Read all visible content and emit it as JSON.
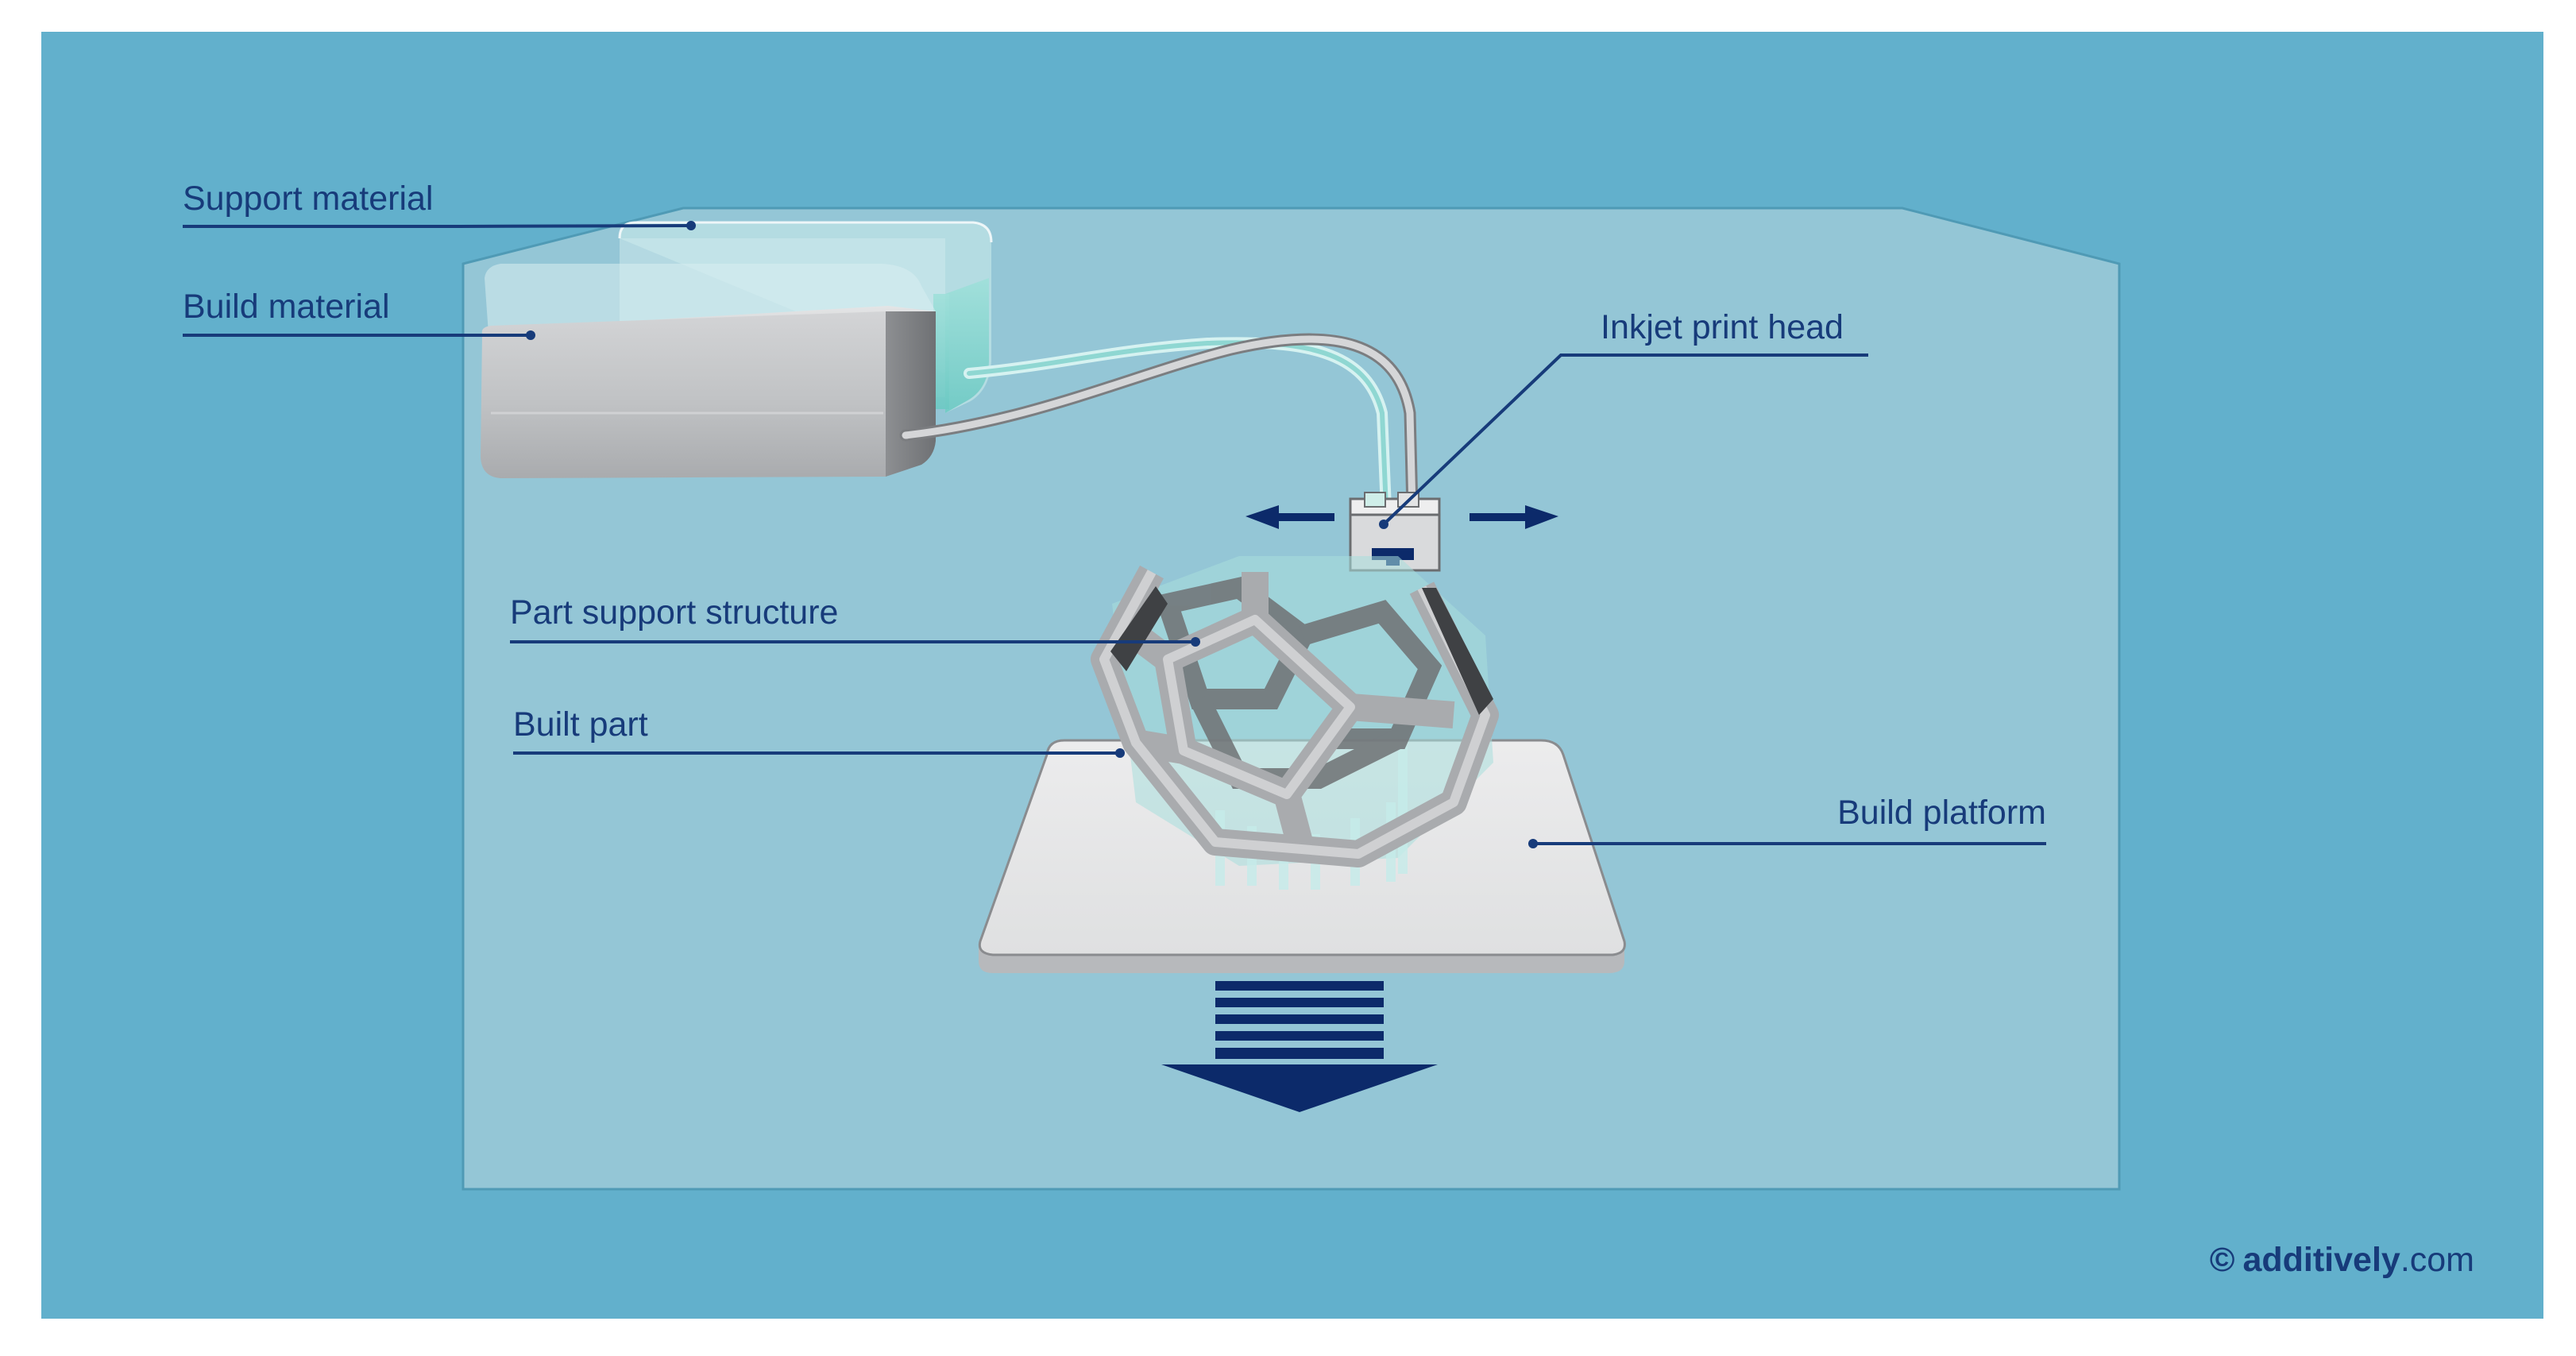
{
  "labels": {
    "support_material": "Support material",
    "build_material": "Build material",
    "inkjet_print_head": "Inkjet print head",
    "part_support_structure": "Part support structure",
    "built_part": "Built part",
    "build_platform": "Build platform"
  },
  "credit": {
    "symbol": "©",
    "brand": "additively",
    "suffix": ".com"
  },
  "colors": {
    "background": "#62b0cc",
    "chamber": "#94c6d6",
    "label_text": "#173b7a",
    "arrow": "#0c2a6a",
    "support_fluid": "#7fd3cf",
    "build_material_gray": "#c4c6c8",
    "platform": "#e6e7e8"
  },
  "icons": {
    "head_motion": "double-arrow-horizontal-icon",
    "platform_motion": "arrow-down-icon"
  }
}
